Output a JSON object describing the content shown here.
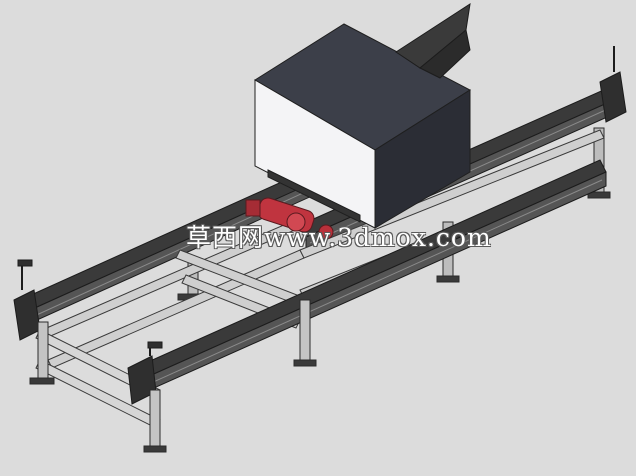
{
  "scene": {
    "background": "#dcdcdc",
    "colors": {
      "rail_dark": "#2e2e2e",
      "rail_mid": "#4a4a4a",
      "frame_light": "#c8c8c8",
      "frame_edge": "#3a3a3a",
      "box_top": "#3c3f49",
      "box_front": "#f4f4f6",
      "box_side": "#2b2d35",
      "motor_red": "#c0343f"
    },
    "parts": [
      "conveyor-rail-left",
      "conveyor-rail-right",
      "support-frame",
      "enclosure-box",
      "drive-motor",
      "support-legs",
      "end-stops"
    ]
  },
  "watermark": {
    "text": "草西网www.3dmox.com"
  }
}
